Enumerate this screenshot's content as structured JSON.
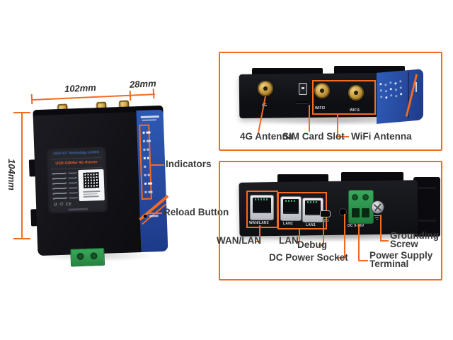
{
  "colors": {
    "accent": "#f26b21",
    "device_blue": "#2b55ac",
    "terminal_green": "#2f9e4f",
    "connector_gold": "#c89a3c",
    "label_text": "#3b3b3b"
  },
  "left": {
    "dim_width": "102mm",
    "dim_depth": "28mm",
    "dim_height": "104mm",
    "callout_indicators": "Indicators",
    "callout_reload": "Reload Button",
    "panel_company": "USR IOT Technology Limited",
    "panel_model": "USR-G806w 4G Router",
    "cert_marks": "Ⓤ ◎ CE"
  },
  "front": {
    "callout_4g": "4G Antenna",
    "callout_sim": "SIM Card Slot",
    "callout_wifi": "WiFi Antenna",
    "port_4g": "4G",
    "port_wifi2": "WIFI2",
    "port_wifi1": "WIFI1"
  },
  "bottom": {
    "callout_wan": "WAN/LAN",
    "callout_lan": "LAN",
    "callout_debug": "Debug",
    "callout_dc": "DC Power Socket",
    "callout_power_1": "Power Supply",
    "callout_power_2": "Terminal",
    "callout_ground_1": "Grounding",
    "callout_ground_2": "Screw",
    "port_wan": "WAN/LAN3",
    "port_lan2": "LAN2",
    "port_lan1": "LAN1",
    "port_debug": "TBD",
    "power_rating": "DC 9-36V"
  }
}
